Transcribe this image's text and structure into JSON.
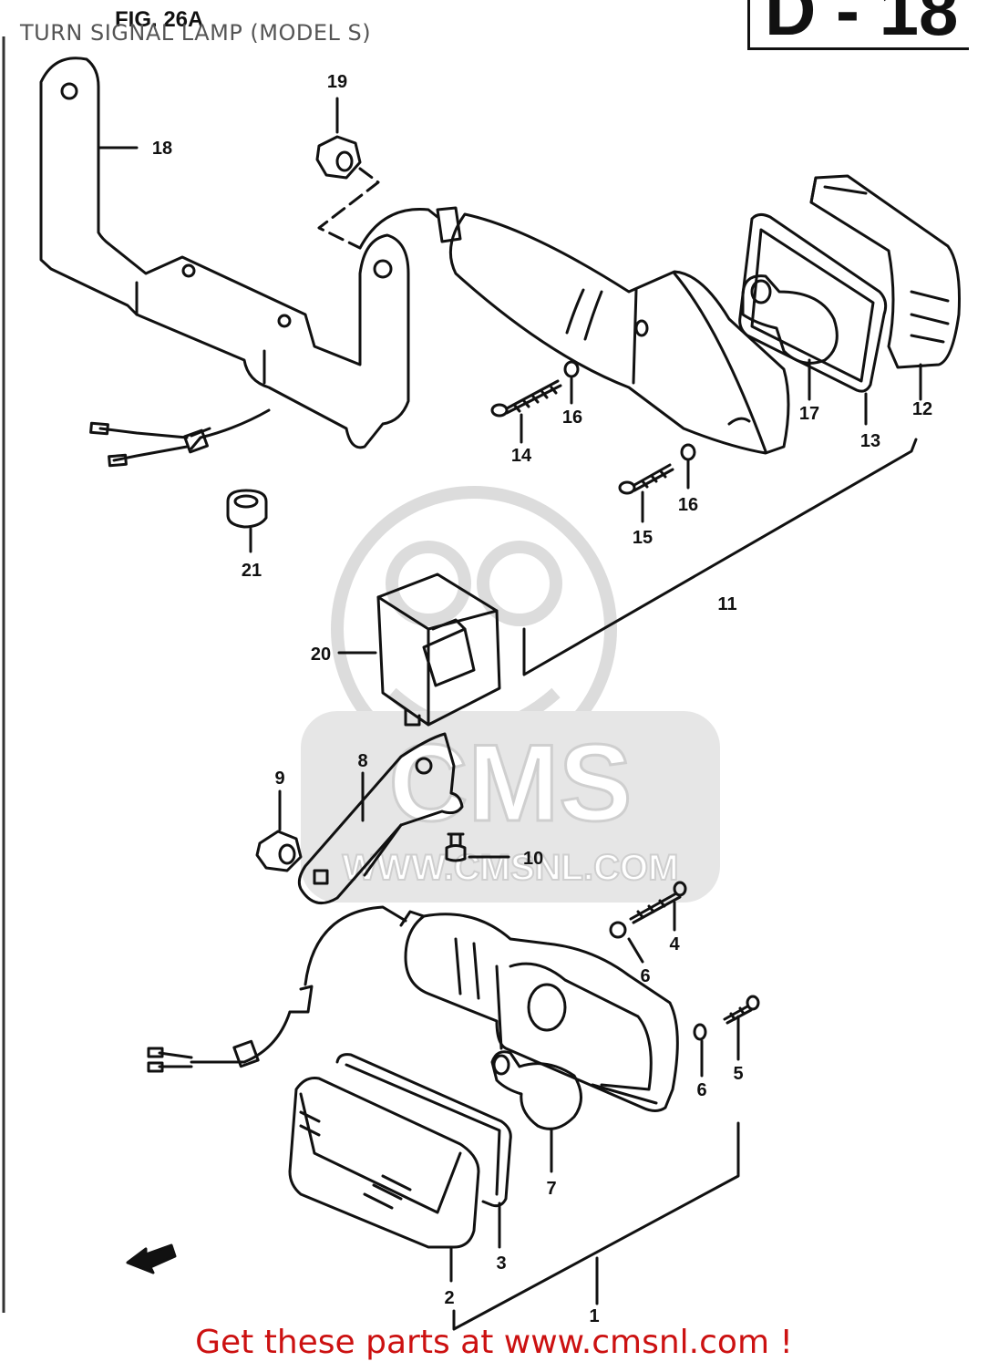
{
  "header": {
    "title": "TURN SIGNAL LAMP (MODEL S)",
    "figure_label": "FIG. 26A",
    "page_code": "D - 18"
  },
  "watermark": {
    "text": "CMS",
    "url": "WWW.CMSNL.COM"
  },
  "footer": {
    "link_text": "Get these parts at www.cmsnl.com !"
  },
  "parts": [
    {
      "number": "1"
    },
    {
      "number": "2"
    },
    {
      "number": "3"
    },
    {
      "number": "4"
    },
    {
      "number": "5"
    },
    {
      "number": "6"
    },
    {
      "number": "6"
    },
    {
      "number": "7"
    },
    {
      "number": "8"
    },
    {
      "number": "9"
    },
    {
      "number": "10"
    },
    {
      "number": "11"
    },
    {
      "number": "12"
    },
    {
      "number": "13"
    },
    {
      "number": "14"
    },
    {
      "number": "15"
    },
    {
      "number": "16"
    },
    {
      "number": "16"
    },
    {
      "number": "17"
    },
    {
      "number": "18"
    },
    {
      "number": "19"
    },
    {
      "number": "20"
    },
    {
      "number": "21"
    }
  ],
  "colors": {
    "footer_link": "#cc1111",
    "line": "#111111",
    "watermark": "#d8d8d8"
  }
}
